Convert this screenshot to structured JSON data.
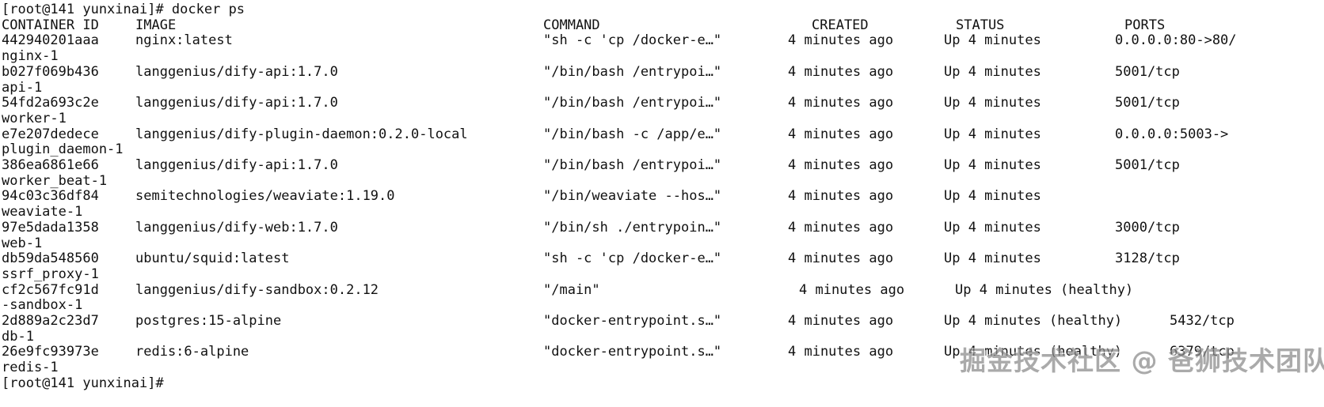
{
  "terminal": {
    "prompt_line": "[root@141 yunxinai]# docker ps",
    "trailing_prompt": "[root@141 yunxinai]#",
    "headers": {
      "container_id": "CONTAINER ID",
      "image": "IMAGE",
      "command": "COMMAND",
      "created": "CREATED",
      "status": "STATUS",
      "ports": "PORTS"
    },
    "rows": [
      {
        "id": "442940201aaa",
        "image": "nginx:latest",
        "command": "\"sh -c 'cp /docker-e…\"",
        "created": "4 minutes ago",
        "status": "Up 4 minutes",
        "ports": "0.0.0.0:80->80/",
        "name": "nginx-1"
      },
      {
        "id": "b027f069b436",
        "image": "langgenius/dify-api:1.7.0",
        "command": "\"/bin/bash /entrypoi…\"",
        "created": "4 minutes ago",
        "status": "Up 4 minutes",
        "ports": "5001/tcp",
        "name": "api-1"
      },
      {
        "id": "54fd2a693c2e",
        "image": "langgenius/dify-api:1.7.0",
        "command": "\"/bin/bash /entrypoi…\"",
        "created": "4 minutes ago",
        "status": "Up 4 minutes",
        "ports": "5001/tcp",
        "name": "worker-1"
      },
      {
        "id": "e7e207dedece",
        "image": "langgenius/dify-plugin-daemon:0.2.0-local",
        "command": "\"/bin/bash -c /app/e…\"",
        "created": "4 minutes ago",
        "status": "Up 4 minutes",
        "ports": "0.0.0.0:5003->",
        "name": "plugin_daemon-1"
      },
      {
        "id": "386ea6861e66",
        "image": "langgenius/dify-api:1.7.0",
        "command": "\"/bin/bash /entrypoi…\"",
        "created": "4 minutes ago",
        "status": "Up 4 minutes",
        "ports": "5001/tcp",
        "name": "worker_beat-1"
      },
      {
        "id": "94c03c36df84",
        "image": "semitechnologies/weaviate:1.19.0",
        "command": "\"/bin/weaviate --hos…\"",
        "created": "4 minutes ago",
        "status": "Up 4 minutes",
        "ports": "",
        "name": "weaviate-1"
      },
      {
        "id": "97e5dada1358",
        "image": "langgenius/dify-web:1.7.0",
        "command": "\"/bin/sh ./entrypoin…\"",
        "created": "4 minutes ago",
        "status": "Up 4 minutes",
        "ports": "3000/tcp",
        "name": "web-1"
      },
      {
        "id": "db59da548560",
        "image": "ubuntu/squid:latest",
        "command": "\"sh -c 'cp /docker-e…\"",
        "created": "4 minutes ago",
        "status": "Up 4 minutes",
        "ports": "3128/tcp",
        "name": "ssrf_proxy-1"
      },
      {
        "id": "cf2c567fc91d",
        "image": "langgenius/dify-sandbox:0.2.12",
        "command": "\"/main\"",
        "created": "4 minutes ago",
        "status": "Up 4 minutes (healthy)",
        "ports": "",
        "name": "-sandbox-1",
        "variant": "indented"
      },
      {
        "id": "2d889a2c23d7",
        "image": "postgres:15-alpine",
        "command": "\"docker-entrypoint.s…\"",
        "created": "4 minutes ago",
        "status": "Up 4 minutes (healthy)",
        "ports": "5432/tcp",
        "name": "db-1",
        "variant": "ports-far"
      },
      {
        "id": "26e9fc93973e",
        "image": "redis:6-alpine",
        "command": "\"docker-entrypoint.s…\"",
        "created": "4 minutes ago",
        "status": "Up 4 minutes (healthy)",
        "ports": "6379/tcp",
        "name": "redis-1",
        "variant": "ports-far"
      }
    ],
    "watermark": "掘金技术社区 @ 爸狮技术团队",
    "colors": {
      "background": "#ffffff",
      "text": "#111111",
      "watermark": "#8a8a8a"
    }
  }
}
